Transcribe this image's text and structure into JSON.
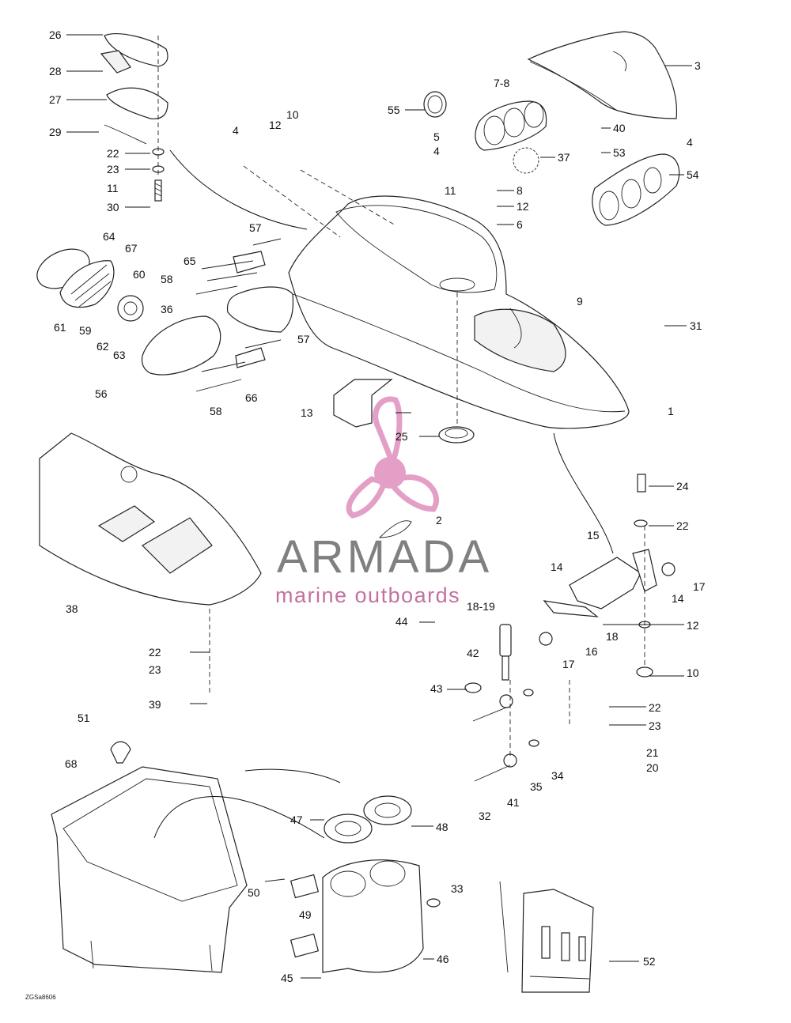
{
  "diagram": {
    "drawing_code": "ZGSa8606",
    "watermark": {
      "brand": "ARMADA",
      "tagline": "marine outboards",
      "color_pink": "#e29ac4",
      "color_grey": "#7a7a7a"
    },
    "callouts": [
      {
        "id": "c26",
        "label": "26"
      },
      {
        "id": "c28",
        "label": "28"
      },
      {
        "id": "c27",
        "label": "27"
      },
      {
        "id": "c29",
        "label": "29"
      },
      {
        "id": "c22a",
        "label": "22"
      },
      {
        "id": "c23a",
        "label": "23"
      },
      {
        "id": "c11a",
        "label": "11"
      },
      {
        "id": "c30",
        "label": "30"
      },
      {
        "id": "c3",
        "label": "3"
      },
      {
        "id": "c7-8",
        "label": "7-8"
      },
      {
        "id": "c55",
        "label": "55"
      },
      {
        "id": "c5",
        "label": "5"
      },
      {
        "id": "c4a",
        "label": "4"
      },
      {
        "id": "c40",
        "label": "40"
      },
      {
        "id": "c53",
        "label": "53"
      },
      {
        "id": "c4b",
        "label": "4"
      },
      {
        "id": "c37",
        "label": "37"
      },
      {
        "id": "c54",
        "label": "54"
      },
      {
        "id": "c10a",
        "label": "10"
      },
      {
        "id": "c12a",
        "label": "12"
      },
      {
        "id": "c4c",
        "label": "4"
      },
      {
        "id": "c11b",
        "label": "11"
      },
      {
        "id": "c8",
        "label": "8"
      },
      {
        "id": "c12b",
        "label": "12"
      },
      {
        "id": "c6",
        "label": "6"
      },
      {
        "id": "c57a",
        "label": "57"
      },
      {
        "id": "c64",
        "label": "64"
      },
      {
        "id": "c67",
        "label": "67"
      },
      {
        "id": "c65",
        "label": "65"
      },
      {
        "id": "c60",
        "label": "60"
      },
      {
        "id": "c58a",
        "label": "58"
      },
      {
        "id": "c36",
        "label": "36"
      },
      {
        "id": "c61",
        "label": "61"
      },
      {
        "id": "c59",
        "label": "59"
      },
      {
        "id": "c62",
        "label": "62"
      },
      {
        "id": "c63",
        "label": "63"
      },
      {
        "id": "c9",
        "label": "9"
      },
      {
        "id": "c31",
        "label": "31"
      },
      {
        "id": "c57b",
        "label": "57"
      },
      {
        "id": "c56",
        "label": "56"
      },
      {
        "id": "c66",
        "label": "66"
      },
      {
        "id": "c58b",
        "label": "58"
      },
      {
        "id": "c13",
        "label": "13"
      },
      {
        "id": "c1",
        "label": "1"
      },
      {
        "id": "c25",
        "label": "25"
      },
      {
        "id": "c24",
        "label": "24"
      },
      {
        "id": "c2",
        "label": "2"
      },
      {
        "id": "c22b",
        "label": "22"
      },
      {
        "id": "c15",
        "label": "15"
      },
      {
        "id": "c14a",
        "label": "14"
      },
      {
        "id": "c17a",
        "label": "17"
      },
      {
        "id": "c14b",
        "label": "14"
      },
      {
        "id": "c38",
        "label": "38"
      },
      {
        "id": "c18-19",
        "label": "18-19"
      },
      {
        "id": "c18",
        "label": "18"
      },
      {
        "id": "c44",
        "label": "44"
      },
      {
        "id": "c12c",
        "label": "12"
      },
      {
        "id": "c16",
        "label": "16"
      },
      {
        "id": "c42",
        "label": "42"
      },
      {
        "id": "c17b",
        "label": "17"
      },
      {
        "id": "c10b",
        "label": "10"
      },
      {
        "id": "c22c",
        "label": "22"
      },
      {
        "id": "c23b",
        "label": "23"
      },
      {
        "id": "c43",
        "label": "43"
      },
      {
        "id": "c39",
        "label": "39"
      },
      {
        "id": "c22d",
        "label": "22"
      },
      {
        "id": "c23c",
        "label": "23"
      },
      {
        "id": "c21",
        "label": "21"
      },
      {
        "id": "c20",
        "label": "20"
      },
      {
        "id": "c51",
        "label": "51"
      },
      {
        "id": "c34",
        "label": "34"
      },
      {
        "id": "c35",
        "label": "35"
      },
      {
        "id": "c68",
        "label": "68"
      },
      {
        "id": "c32",
        "label": "32"
      },
      {
        "id": "c41",
        "label": "41"
      },
      {
        "id": "c47",
        "label": "47"
      },
      {
        "id": "c48",
        "label": "48"
      },
      {
        "id": "c50",
        "label": "50"
      },
      {
        "id": "c33",
        "label": "33"
      },
      {
        "id": "c49",
        "label": "49"
      },
      {
        "id": "c52",
        "label": "52"
      },
      {
        "id": "c46",
        "label": "46"
      },
      {
        "id": "c45",
        "label": "45"
      }
    ]
  }
}
